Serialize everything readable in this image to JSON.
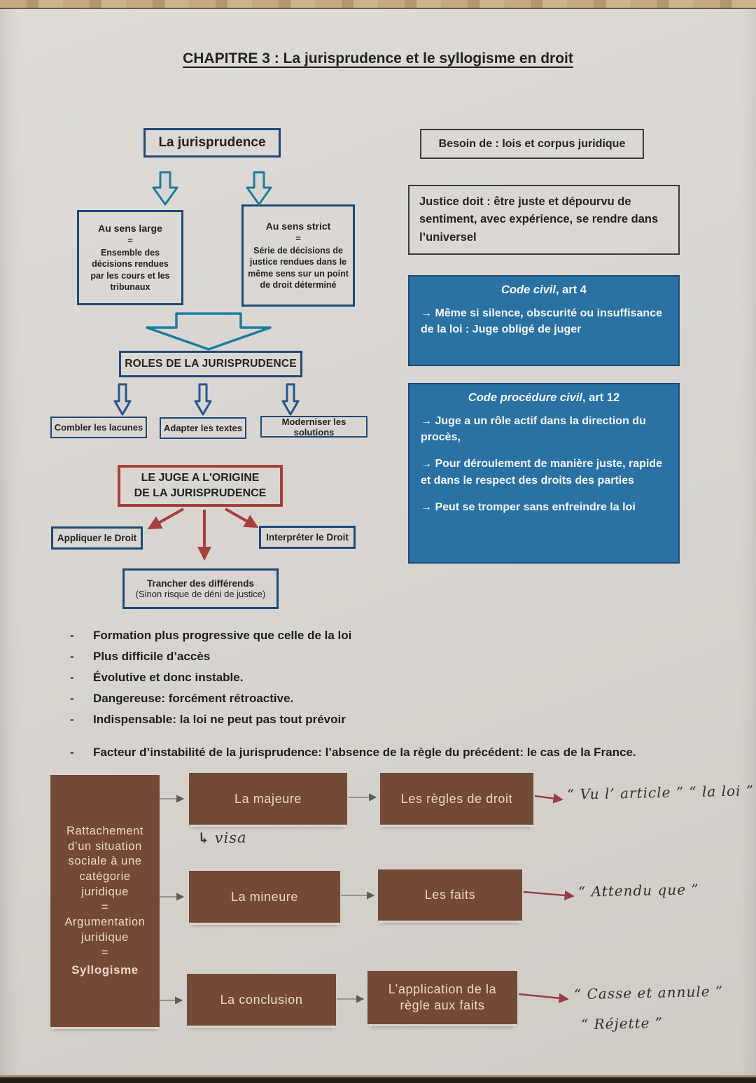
{
  "title": "CHAPITRE 3 : La jurisprudence et le syllogisme en droit",
  "flow": {
    "root": "La jurisprudence",
    "large_title": "Au sens large",
    "large_eq": "=",
    "large_body": "Ensemble des décisions rendues par les cours et les tribunaux",
    "strict_title": "Au sens strict",
    "strict_eq": "=",
    "strict_body": "Série de décisions de justice rendues dans le même sens sur un point de droit déterminé",
    "roles_title": "ROLES DE LA JURISPRUDENCE",
    "roles": [
      "Combler les lacunes",
      "Adapter les textes",
      "Moderniser les solutions"
    ],
    "judge_title": "LE JUGE A L'ORIGINE\nDE LA JURISPRUDENCE",
    "apply": "Appliquer le Droit",
    "interpret": "Interpréter le Droit",
    "trancher_1": "Trancher des différends",
    "trancher_2": "(Sinon risque de déni de justice)"
  },
  "right": {
    "besoin": "Besoin de : lois et corpus juridique",
    "justice": "Justice doit : être juste et dépourvu de sentiment, avec expérience, se rendre dans l’universel",
    "code_civil_title_italic": "Code civil",
    "code_civil_title_rest": ", art 4",
    "code_civil_points": [
      "→ Même si silence, obscurité ou insuffisance de la loi : Juge obligé de juger"
    ],
    "code_proc_title_italic": "Code procédure civil",
    "code_proc_title_rest": ", art 12",
    "code_proc_points": [
      "→ Juge a un rôle actif dans la direction du procès,",
      "→ Pour déroulement de manière juste, rapide et dans le respect des droits des parties",
      "→ Peut se tromper sans enfreindre la loi"
    ]
  },
  "bullets": {
    "dash": "-",
    "items": [
      "Formation plus progressive que celle de la loi",
      "Plus difficile d’accès",
      "Évolutive et donc instable.",
      "Dangereuse: forcément rétroactive.",
      "Indispensable: la loi ne peut pas tout prévoir"
    ],
    "factor": "Facteur d’instabilité de la jurisprudence: l’absence de la règle du précédent: le cas de la France."
  },
  "syllogisme": {
    "left_box": "Rattachement\nd’un situation\nsociale à une\ncatégorie\njuridique\n=\nArgumentation\njuridique\n=",
    "left_box_bold": "Syllogisme",
    "rows": [
      {
        "left": "La majeure",
        "right": "Les règles de droit"
      },
      {
        "left": "La mineure",
        "right": "Les faits"
      },
      {
        "left": "La conclusion",
        "right": "L’application de la\nrègle aux faits"
      }
    ],
    "visa_arrow": "↳",
    "visa": "visa"
  },
  "handwriting": {
    "row1": "“ Vu l’ article ”   “ la loi ”",
    "row2": "“ Attendu que ”",
    "row3a": "“ Casse et annule ”",
    "row3b": "“ Réjette ”"
  },
  "colors": {
    "paper": "#d8d5d0",
    "accent_blue_fill": "#2b72a4",
    "navy_border": "#1d4a78",
    "teal_arrow": "#1a7f9e",
    "red_accent": "#a93f3c",
    "brown_box": "#744a36",
    "maroon_arrow": "#993c44"
  }
}
